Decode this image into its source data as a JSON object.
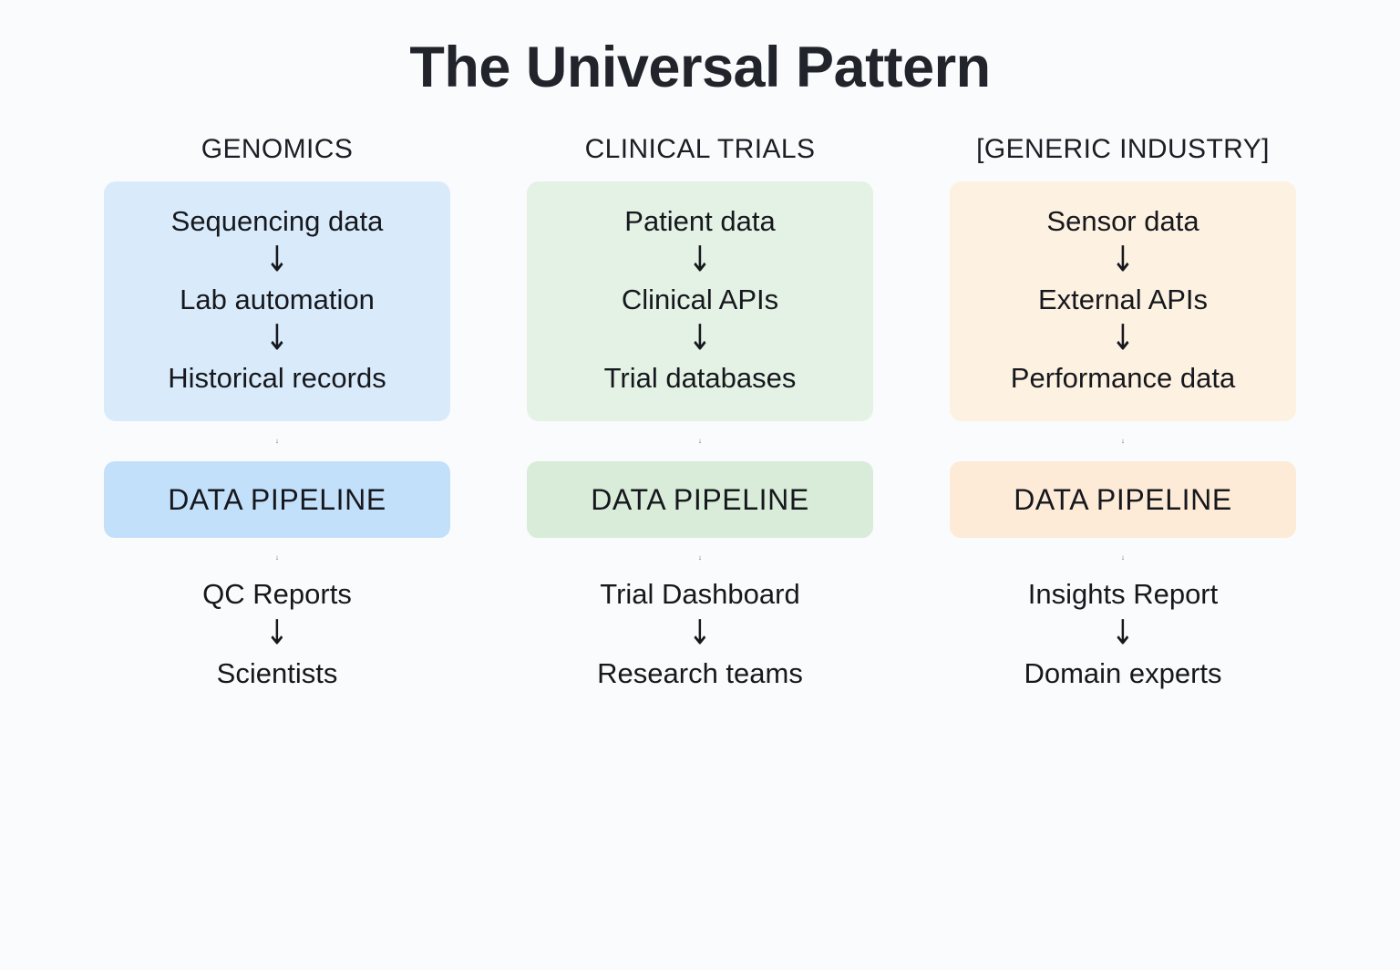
{
  "title": "The Universal Pattern",
  "background_color": "#fafbfc",
  "arrow_glyph": "↓",
  "columns": [
    {
      "header": "GENOMICS",
      "source_box_color": "#d9ebfb",
      "pipeline_box_color": "#c3e0fb",
      "sources": [
        "Sequencing data",
        "Lab automation",
        "Historical records"
      ],
      "pipeline_label": "DATA PIPELINE",
      "outputs": [
        "QC Reports",
        "Scientists"
      ]
    },
    {
      "header": "CLINICAL TRIALS",
      "source_box_color": "#e4f2e5",
      "pipeline_box_color": "#d8ecd9",
      "sources": [
        "Patient data",
        "Clinical APIs",
        "Trial databases"
      ],
      "pipeline_label": "DATA PIPELINE",
      "outputs": [
        "Trial Dashboard",
        "Research teams"
      ]
    },
    {
      "header": "[GENERIC INDUSTRY]",
      "source_box_color": "#fdf1e1",
      "pipeline_box_color": "#fdebd7",
      "sources": [
        "Sensor data",
        "External APIs",
        "Performance data"
      ],
      "pipeline_label": "DATA PIPELINE",
      "outputs": [
        "Insights Report",
        "Domain experts"
      ]
    }
  ]
}
